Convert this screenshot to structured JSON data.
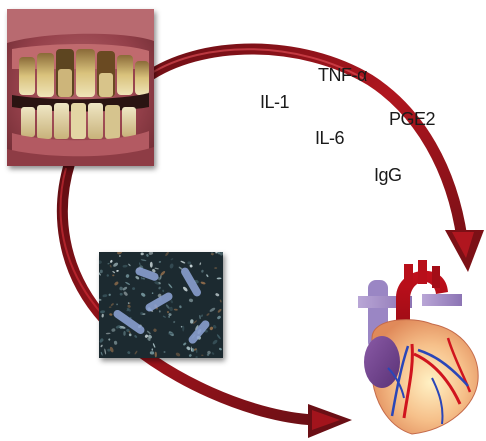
{
  "mediators": {
    "tnf": "TNF-α",
    "il1": "IL-1",
    "pge2": "PGE2",
    "il6": "IL-6",
    "igg": "IgG"
  },
  "colors": {
    "arrow_dark": "#5e0d12",
    "arrow_mid": "#a3141c",
    "arrow_light": "#d9303a"
  },
  "images": [
    "diseased-teeth-photo",
    "bacteria-micrograph",
    "heart-illustration"
  ]
}
